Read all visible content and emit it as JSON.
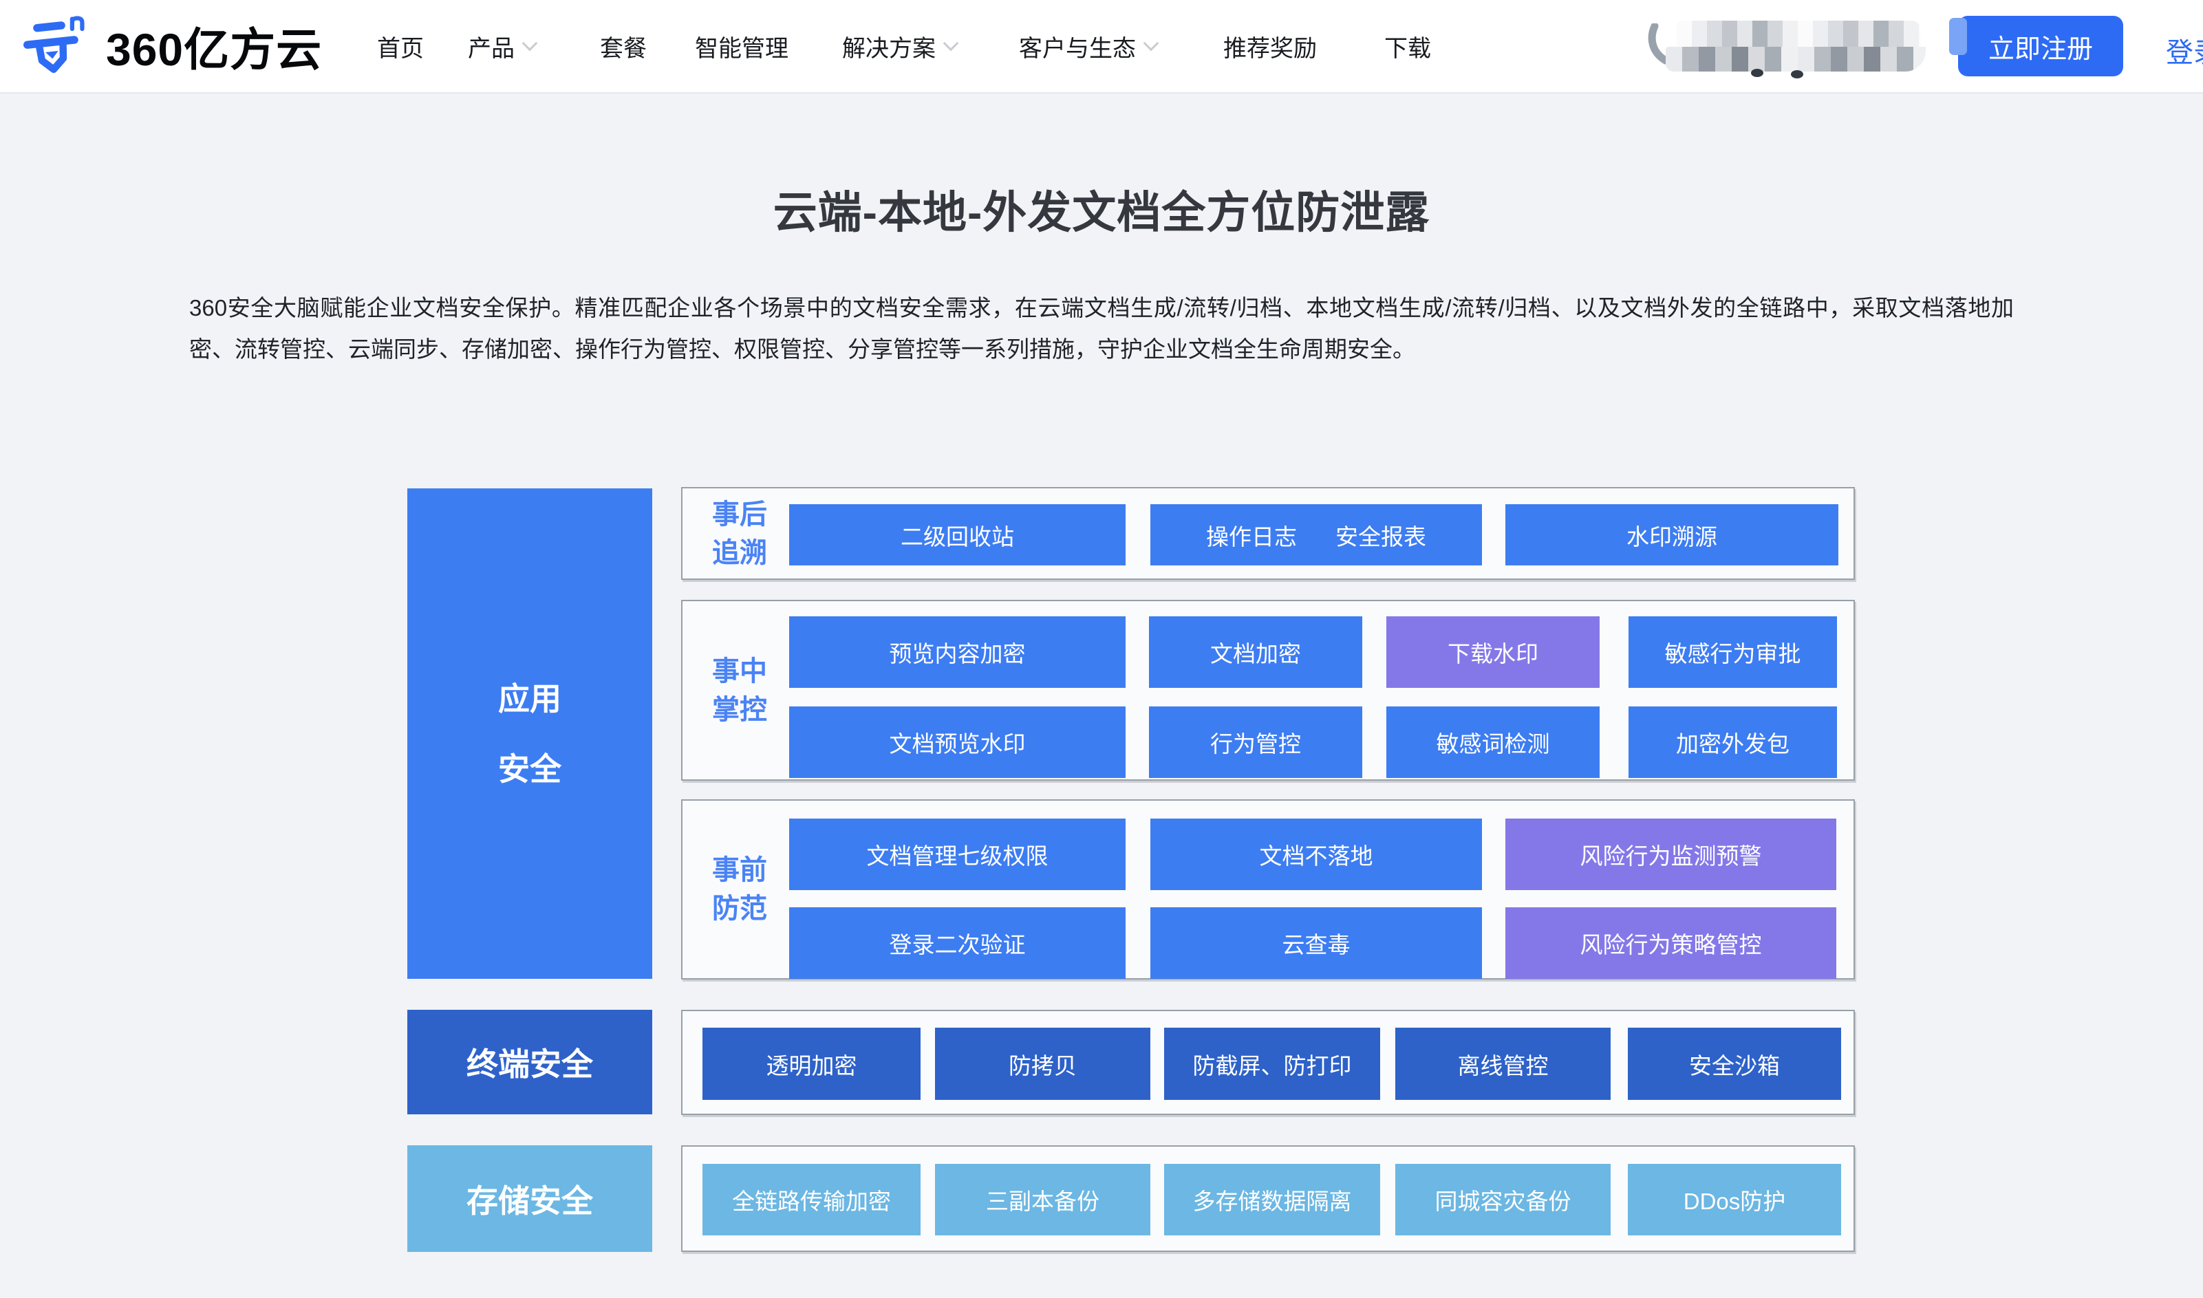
{
  "header": {
    "logo_text": "360亿方云",
    "nav": [
      {
        "label": "首页",
        "dropdown": false
      },
      {
        "label": "产品",
        "dropdown": true
      },
      {
        "label": "套餐",
        "dropdown": false
      },
      {
        "label": "智能管理",
        "dropdown": false
      },
      {
        "label": "解决方案",
        "dropdown": true
      },
      {
        "label": "客户与生态",
        "dropdown": true
      },
      {
        "label": "推荐奖励",
        "dropdown": false
      },
      {
        "label": "下载",
        "dropdown": false
      }
    ],
    "register_label": "立即注册",
    "login_label": "登录"
  },
  "hero": {
    "title": "云端-本地-外发文档全方位防泄露",
    "description": "360安全大脑赋能企业文档安全保护。精准匹配企业各个场景中的文档安全需求，在云端文档生成/流转/归档、本地文档生成/流转/归档、以及文档外发的全链路中，采取文档落地加密、流转管控、云端同步、存储加密、操作行为管控、权限管控、分享管控等一系列措施，守护企业文档全生命周期安全。"
  },
  "diagram": {
    "categories": [
      {
        "label": "应用安全",
        "lines": [
          "应用",
          "安全"
        ],
        "color": "#3D7DF2"
      },
      {
        "label": "终端安全",
        "lines": [
          "终端安全"
        ],
        "color": "#2E62C9"
      },
      {
        "label": "存储安全",
        "lines": [
          "存储安全"
        ],
        "color": "#6CB7E3"
      }
    ],
    "groups": [
      {
        "side_label": "事后追溯",
        "lines": [
          "事后",
          "追溯"
        ],
        "blocks": [
          {
            "label": "二级回收站"
          },
          {
            "label": "操作日志",
            "label2": "安全报表"
          },
          {
            "label": "水印溯源"
          }
        ]
      },
      {
        "side_label": "事中掌控",
        "lines": [
          "事中",
          "掌控"
        ],
        "blocks": [
          {
            "label": "预览内容加密"
          },
          {
            "label": "文档加密"
          },
          {
            "label": "下载水印"
          },
          {
            "label": "敏感行为审批"
          },
          {
            "label": "文档预览水印"
          },
          {
            "label": "行为管控"
          },
          {
            "label": "敏感词检测"
          },
          {
            "label": "加密外发包"
          }
        ]
      },
      {
        "side_label": "事前防范",
        "lines": [
          "事前",
          "防范"
        ],
        "blocks": [
          {
            "label": "文档管理七级权限"
          },
          {
            "label": "文档不落地"
          },
          {
            "label": "风险行为监测预警"
          },
          {
            "label": "登录二次验证"
          },
          {
            "label": "云查毒"
          },
          {
            "label": "风险行为策略管控"
          }
        ]
      },
      {
        "side_label": null,
        "blocks": [
          {
            "label": "透明加密"
          },
          {
            "label": "防拷贝"
          },
          {
            "label": "防截屏、防打印"
          },
          {
            "label": "离线管控"
          },
          {
            "label": "安全沙箱"
          }
        ]
      },
      {
        "side_label": null,
        "blocks": [
          {
            "label": "全链路传输加密"
          },
          {
            "label": "三副本备份"
          },
          {
            "label": "多存储数据隔离"
          },
          {
            "label": "同城容灾备份"
          },
          {
            "label": "DDos防护"
          }
        ]
      }
    ],
    "colors": {
      "primary_blue": "#3D7DF2",
      "purple": "#8478E8",
      "dark_blue": "#2E62C9",
      "light_blue": "#6CB7E3",
      "accent": "#2E6BF5"
    }
  }
}
